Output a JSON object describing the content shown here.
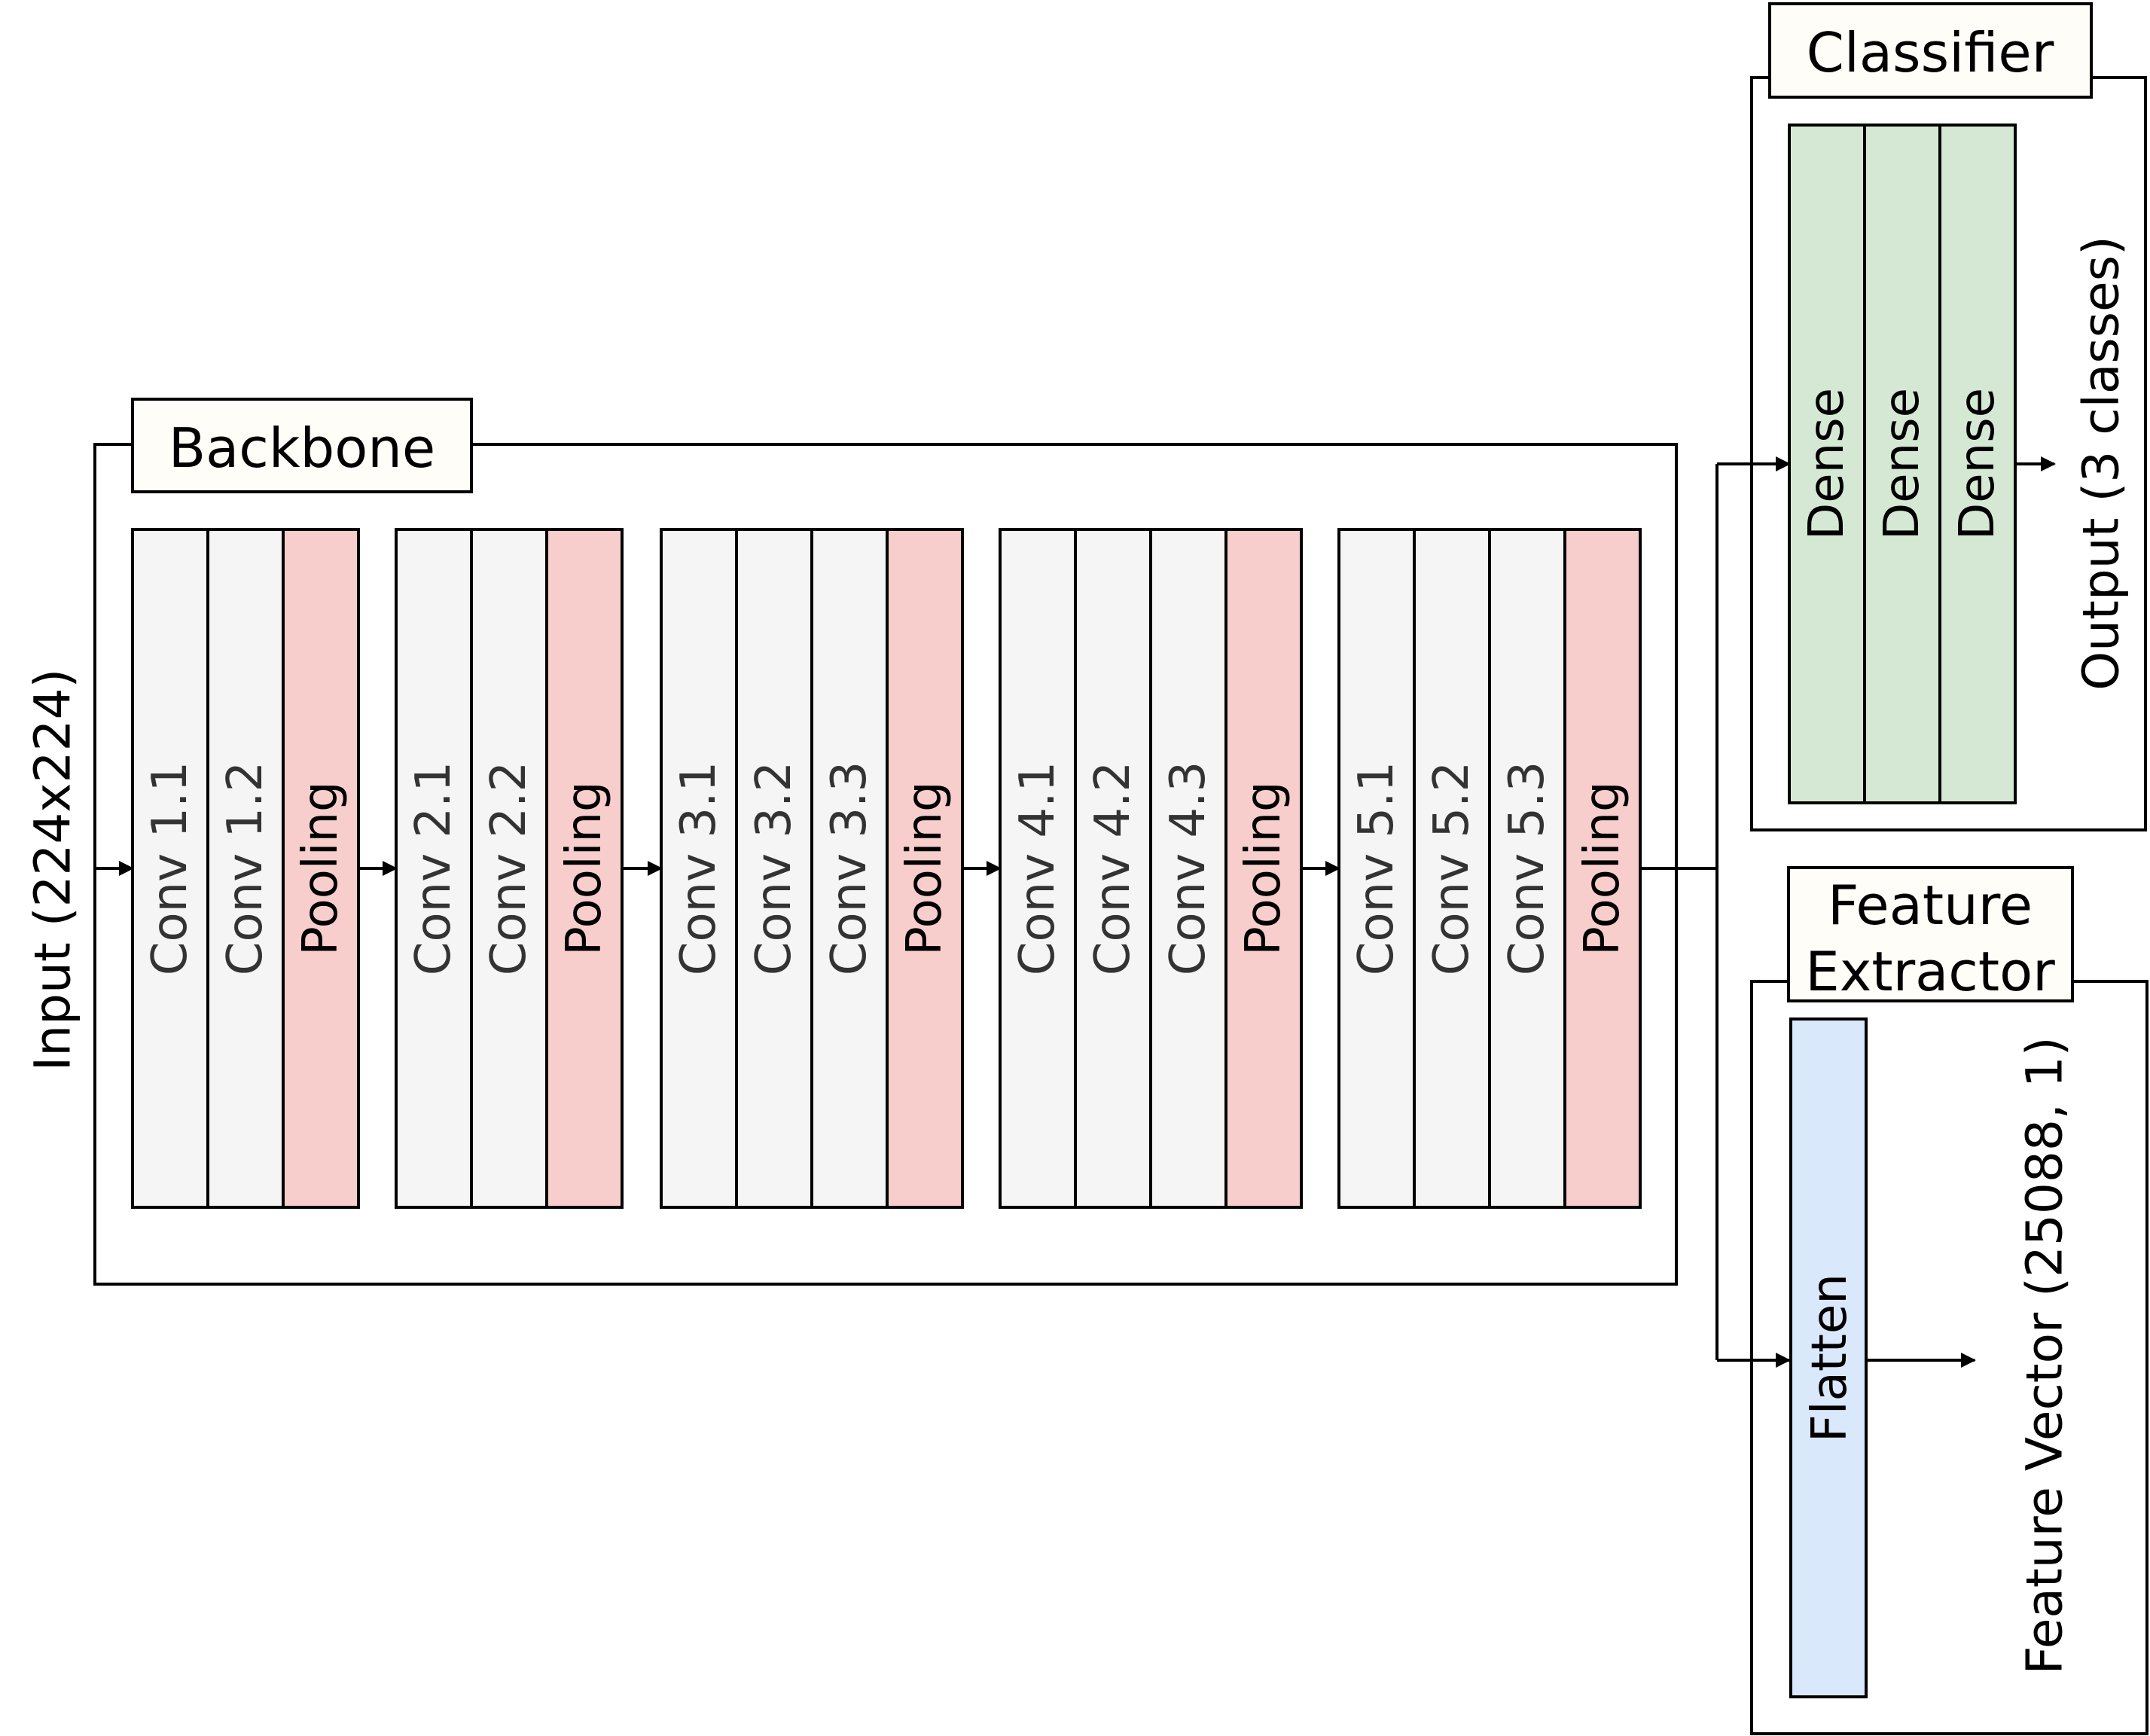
{
  "colors": {
    "conv": "#f5f5f5",
    "pooling": "#f8cecc",
    "dense": "#d5e8d4",
    "flatten": "#dae8fc",
    "title_box": "#fffdf7"
  },
  "input_label": "Input (224x224)",
  "backbone": {
    "title": "Backbone",
    "blocks": [
      {
        "layers": [
          {
            "label": "Conv 1.1",
            "kind": "conv"
          },
          {
            "label": "Conv 1.2",
            "kind": "conv"
          },
          {
            "label": "Pooling",
            "kind": "pooling"
          }
        ]
      },
      {
        "layers": [
          {
            "label": "Conv 2.1",
            "kind": "conv"
          },
          {
            "label": "Conv 2.2",
            "kind": "conv"
          },
          {
            "label": "Pooling",
            "kind": "pooling"
          }
        ]
      },
      {
        "layers": [
          {
            "label": "Conv 3.1",
            "kind": "conv"
          },
          {
            "label": "Conv 3.2",
            "kind": "conv"
          },
          {
            "label": "Conv 3.3",
            "kind": "conv"
          },
          {
            "label": "Pooling",
            "kind": "pooling"
          }
        ]
      },
      {
        "layers": [
          {
            "label": "Conv 4.1",
            "kind": "conv"
          },
          {
            "label": "Conv 4.2",
            "kind": "conv"
          },
          {
            "label": "Conv 4.3",
            "kind": "conv"
          },
          {
            "label": "Pooling",
            "kind": "pooling"
          }
        ]
      },
      {
        "layers": [
          {
            "label": "Conv 5.1",
            "kind": "conv"
          },
          {
            "label": "Conv 5.2",
            "kind": "conv"
          },
          {
            "label": "Conv 5.3",
            "kind": "conv"
          },
          {
            "label": "Pooling",
            "kind": "pooling"
          }
        ]
      }
    ]
  },
  "classifier": {
    "title": "Classifier",
    "layers": [
      "Dense",
      "Dense",
      "Dense"
    ],
    "output_label": "Output (3 classes)"
  },
  "feature_extractor": {
    "title_line1": "Feature",
    "title_line2": "Extractor",
    "layer": "Flatten",
    "output_label": "Feature Vector (25088, 1)"
  }
}
